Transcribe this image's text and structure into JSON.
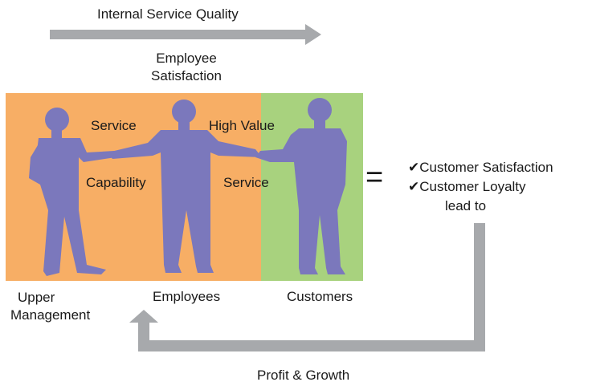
{
  "title_arrow_label": "Internal Service Quality",
  "employee_satisfaction": {
    "line1": "Employee",
    "line2": "Satisfaction"
  },
  "inside_labels": {
    "service_top": "Service",
    "high_value": "High Value",
    "capability": "Capability",
    "service_bottom": "Service"
  },
  "equals_sign": "=",
  "outcomes": {
    "item1": "✔Customer Satisfaction",
    "item2": "✔Customer Loyalty",
    "lead_to": "lead to"
  },
  "roles": {
    "upper_management_line1": "Upper",
    "upper_management_line2": "Management",
    "employees": "Employees",
    "customers": "Customers"
  },
  "loop_label": "Profit & Growth",
  "colors": {
    "orange_panel": "#F7AE65",
    "green_panel": "#A8D27E",
    "figure": "#7B78BC",
    "arrow": "#A7A9AC",
    "text": "#1a1a1a"
  }
}
